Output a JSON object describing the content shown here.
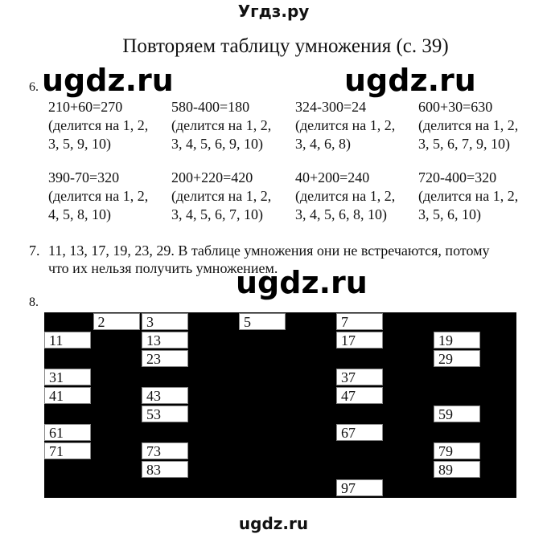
{
  "site_title": "Угдз.ру",
  "page_title": "Повторяем таблицу умножения (с. 39)",
  "watermark": "ugdz.ru",
  "footer": "ugdz.ru",
  "task6": {
    "number": "6.",
    "items": [
      {
        "eq": "210+60=270",
        "l1": "(делится на 1, 2,",
        "l2": "3, 5, 9, 10)"
      },
      {
        "eq": "580-400=180",
        "l1": "(делится на 1, 2,",
        "l2": "3, 4, 5, 6, 9, 10)"
      },
      {
        "eq": "324-300=24",
        "l1": "(делится на 1, 2,",
        "l2": "3, 4, 6, 8)"
      },
      {
        "eq": "600+30=630",
        "l1": "(делится на 1, 2,",
        "l2": "3, 5, 6, 7, 9, 10)"
      },
      {
        "eq": "390-70=320",
        "l1": "(делится на 1, 2,",
        "l2": "4, 5, 8, 10)"
      },
      {
        "eq": "200+220=420",
        "l1": "(делится на 1, 2,",
        "l2": "3, 4, 5, 6, 7, 10)"
      },
      {
        "eq": "40+200=240",
        "l1": "(делится на 1, 2,",
        "l2": "3, 4, 5, 6, 8, 10)"
      },
      {
        "eq": "720-400=320",
        "l1": "(делится на 1, 2,",
        "l2": "3, 5, 6, 10)"
      }
    ]
  },
  "task7": {
    "number": "7.",
    "line1": "11, 13, 17, 19, 23, 29. В таблице умножения они не встречаются, потому",
    "line2": "что их нельзя получить умножением."
  },
  "task8": {
    "number": "8.",
    "cells": [
      {
        "row": 0,
        "col": 1,
        "v": "2"
      },
      {
        "row": 0,
        "col": 2,
        "v": "3"
      },
      {
        "row": 0,
        "col": 4,
        "v": "5"
      },
      {
        "row": 0,
        "col": 6,
        "v": "7"
      },
      {
        "row": 1,
        "col": 0,
        "v": "11"
      },
      {
        "row": 1,
        "col": 2,
        "v": "13"
      },
      {
        "row": 1,
        "col": 6,
        "v": "17"
      },
      {
        "row": 1,
        "col": 8,
        "v": "19"
      },
      {
        "row": 2,
        "col": 2,
        "v": "23"
      },
      {
        "row": 2,
        "col": 8,
        "v": "29"
      },
      {
        "row": 3,
        "col": 0,
        "v": "31"
      },
      {
        "row": 3,
        "col": 6,
        "v": "37"
      },
      {
        "row": 4,
        "col": 0,
        "v": "41"
      },
      {
        "row": 4,
        "col": 2,
        "v": "43"
      },
      {
        "row": 4,
        "col": 6,
        "v": "47"
      },
      {
        "row": 5,
        "col": 2,
        "v": "53"
      },
      {
        "row": 5,
        "col": 8,
        "v": "59"
      },
      {
        "row": 6,
        "col": 0,
        "v": "61"
      },
      {
        "row": 6,
        "col": 6,
        "v": "67"
      },
      {
        "row": 7,
        "col": 0,
        "v": "71"
      },
      {
        "row": 7,
        "col": 2,
        "v": "73"
      },
      {
        "row": 7,
        "col": 8,
        "v": "79"
      },
      {
        "row": 8,
        "col": 2,
        "v": "83"
      },
      {
        "row": 8,
        "col": 8,
        "v": "89"
      },
      {
        "row": 9,
        "col": 6,
        "v": "97"
      }
    ]
  }
}
